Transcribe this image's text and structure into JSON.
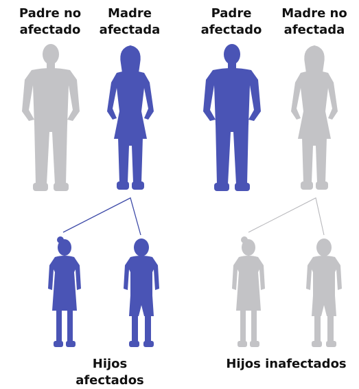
{
  "colors": {
    "affected": "#4a54b5",
    "unaffected": "#c3c3c6",
    "text": "#111111",
    "line_affected": "#3d4aa8",
    "line_unaffected": "#b8b8bc"
  },
  "parents": [
    {
      "line1": "Padre no",
      "line2": "afectado",
      "icon": "man-icon",
      "affected": false
    },
    {
      "line1": "Madre",
      "line2": "afectada",
      "icon": "woman-icon",
      "affected": true
    },
    {
      "line1": "Padre",
      "line2": "afectado",
      "icon": "man-icon",
      "affected": true
    },
    {
      "line1": "Madre no",
      "line2": "afectada",
      "icon": "woman-icon",
      "affected": false
    }
  ],
  "children_groups": [
    {
      "line1": "Hijos",
      "line2": "afectados",
      "affected": true,
      "children": [
        "girl-icon",
        "boy-icon"
      ]
    },
    {
      "line1": "Hijos inafectados",
      "line2": "",
      "affected": false,
      "children": [
        "girl-icon",
        "boy-icon"
      ]
    }
  ]
}
